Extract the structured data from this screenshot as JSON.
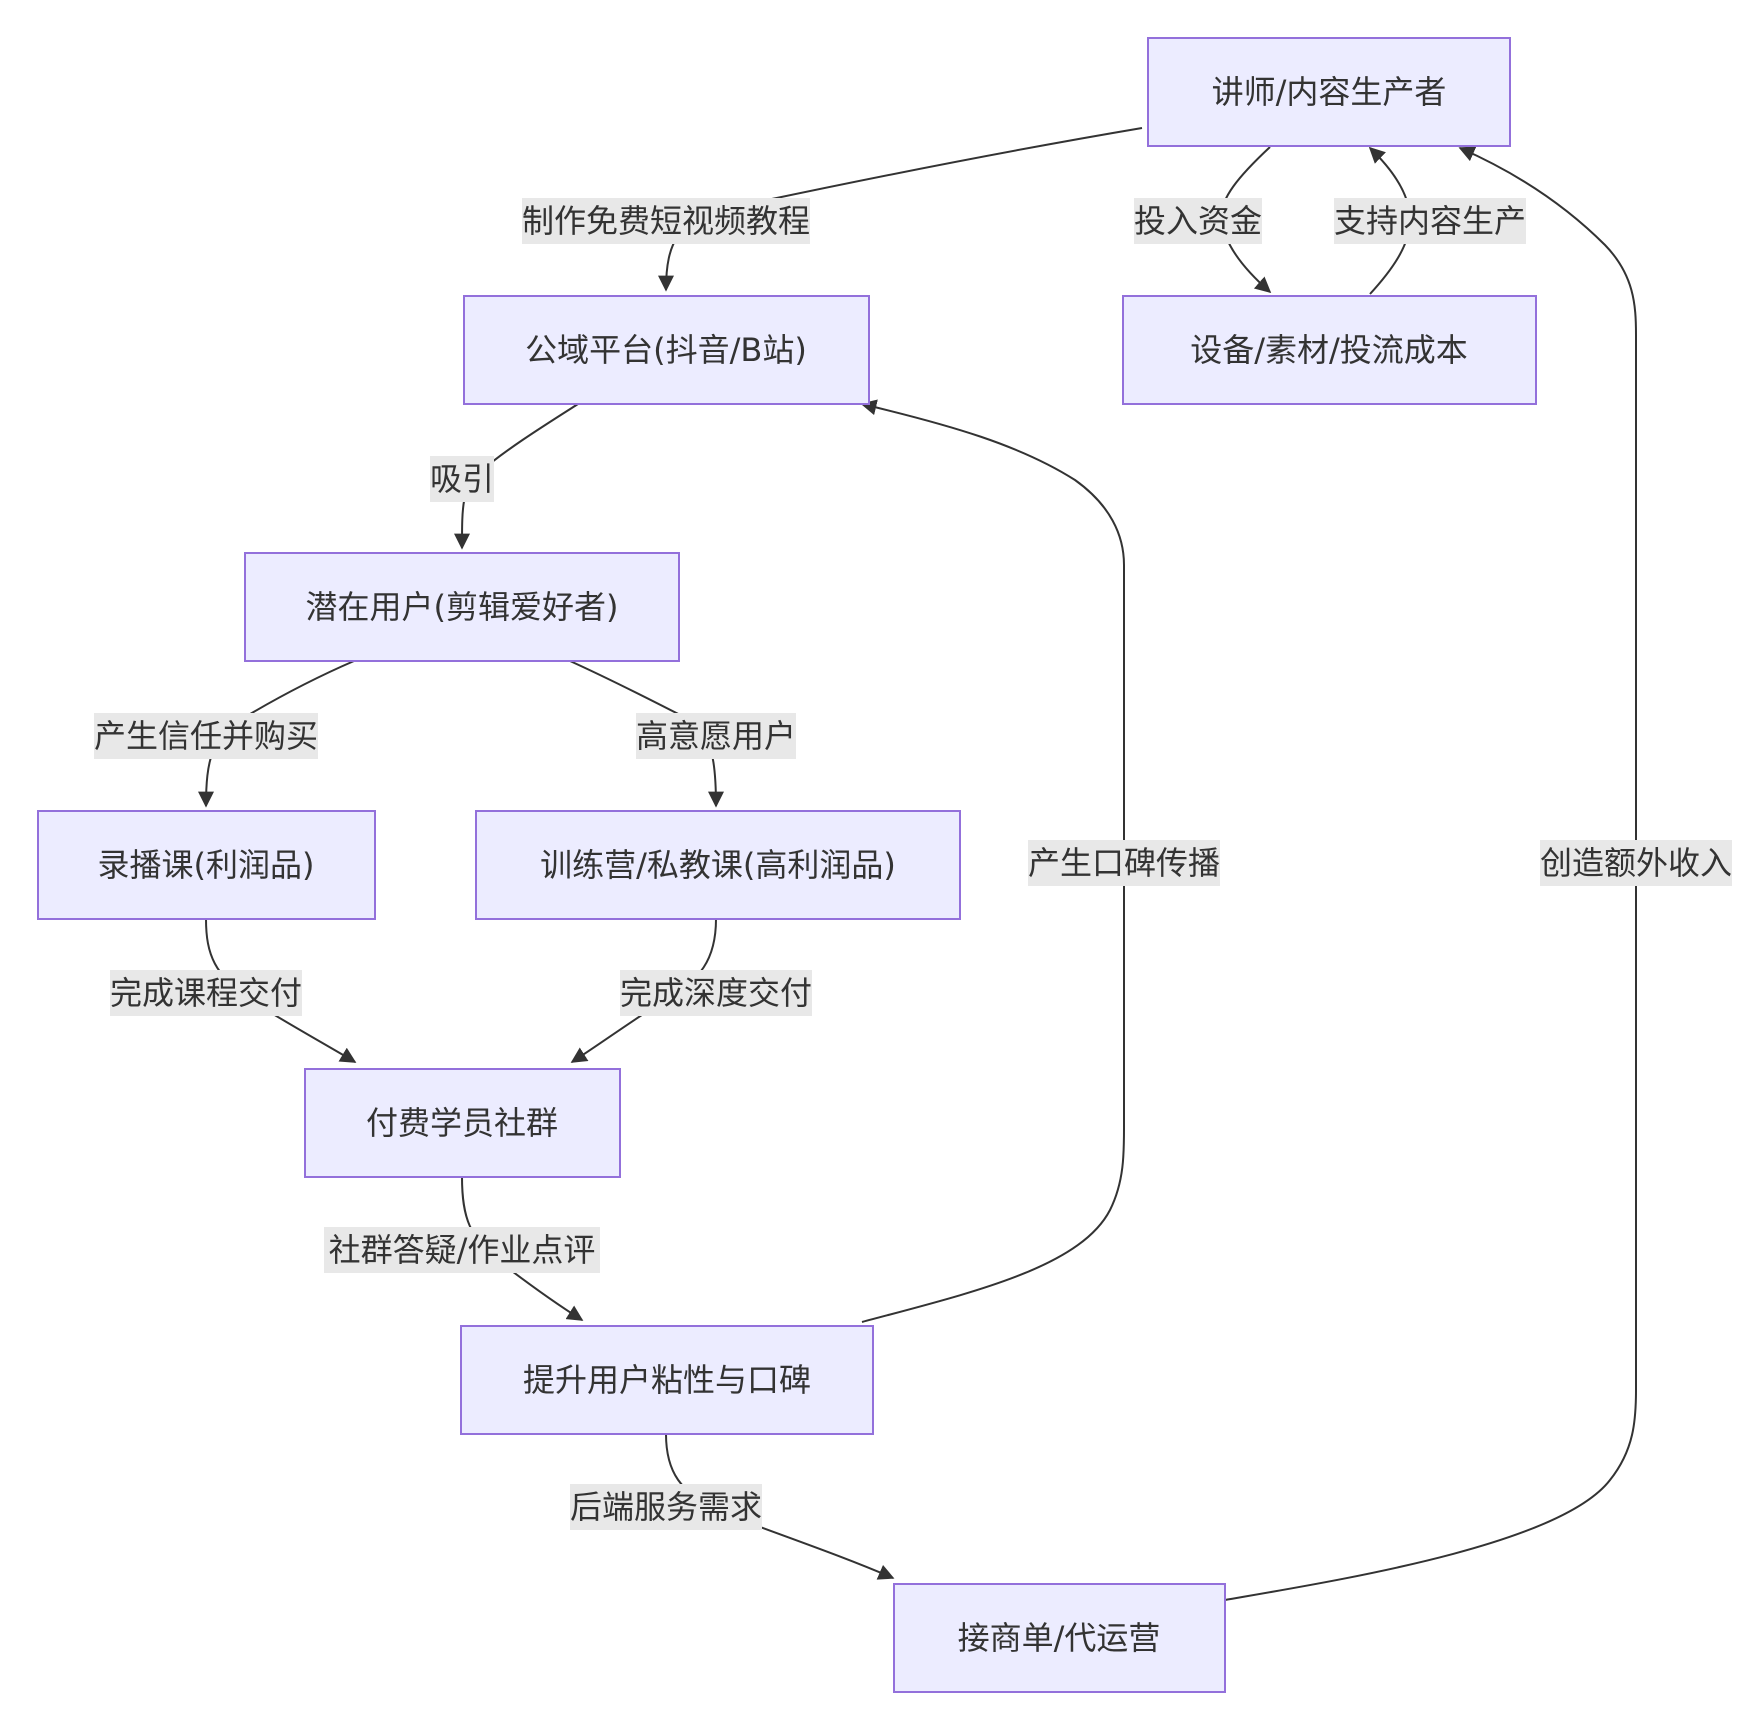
{
  "diagram": {
    "type": "flowchart",
    "colors": {
      "node_fill": "#ECECFF",
      "node_stroke": "#9370DB",
      "edge": "#333333",
      "label_bg": "#E8E8E8",
      "text": "#333333"
    },
    "nodes": [
      {
        "id": "lecturer",
        "label": "讲师/内容生产者"
      },
      {
        "id": "equipment",
        "label": "设备/素材/投流成本"
      },
      {
        "id": "platform",
        "label": "公域平台(抖音/B站)"
      },
      {
        "id": "potential",
        "label": "潜在用户(剪辑爱好者)"
      },
      {
        "id": "recorded",
        "label": "录播课(利润品)"
      },
      {
        "id": "camp",
        "label": "训练营/私教课(高利润品)"
      },
      {
        "id": "community",
        "label": "付费学员社群"
      },
      {
        "id": "loyalty",
        "label": "提升用户粘性与口碑"
      },
      {
        "id": "business",
        "label": "接商单/代运营"
      }
    ],
    "edges": [
      {
        "from": "lecturer",
        "to": "platform",
        "label": "制作免费短视频教程"
      },
      {
        "from": "lecturer",
        "to": "equipment",
        "label": "投入资金"
      },
      {
        "from": "equipment",
        "to": "lecturer",
        "label": "支持内容生产"
      },
      {
        "from": "platform",
        "to": "potential",
        "label": "吸引"
      },
      {
        "from": "potential",
        "to": "recorded",
        "label": "产生信任并购买"
      },
      {
        "from": "potential",
        "to": "camp",
        "label": "高意愿用户"
      },
      {
        "from": "recorded",
        "to": "community",
        "label": "完成课程交付"
      },
      {
        "from": "camp",
        "to": "community",
        "label": "完成深度交付"
      },
      {
        "from": "community",
        "to": "loyalty",
        "label": "社群答疑/作业点评"
      },
      {
        "from": "loyalty",
        "to": "platform",
        "label": "产生口碑传播"
      },
      {
        "from": "loyalty",
        "to": "business",
        "label": "后端服务需求"
      },
      {
        "from": "business",
        "to": "lecturer",
        "label": "创造额外收入"
      }
    ]
  }
}
